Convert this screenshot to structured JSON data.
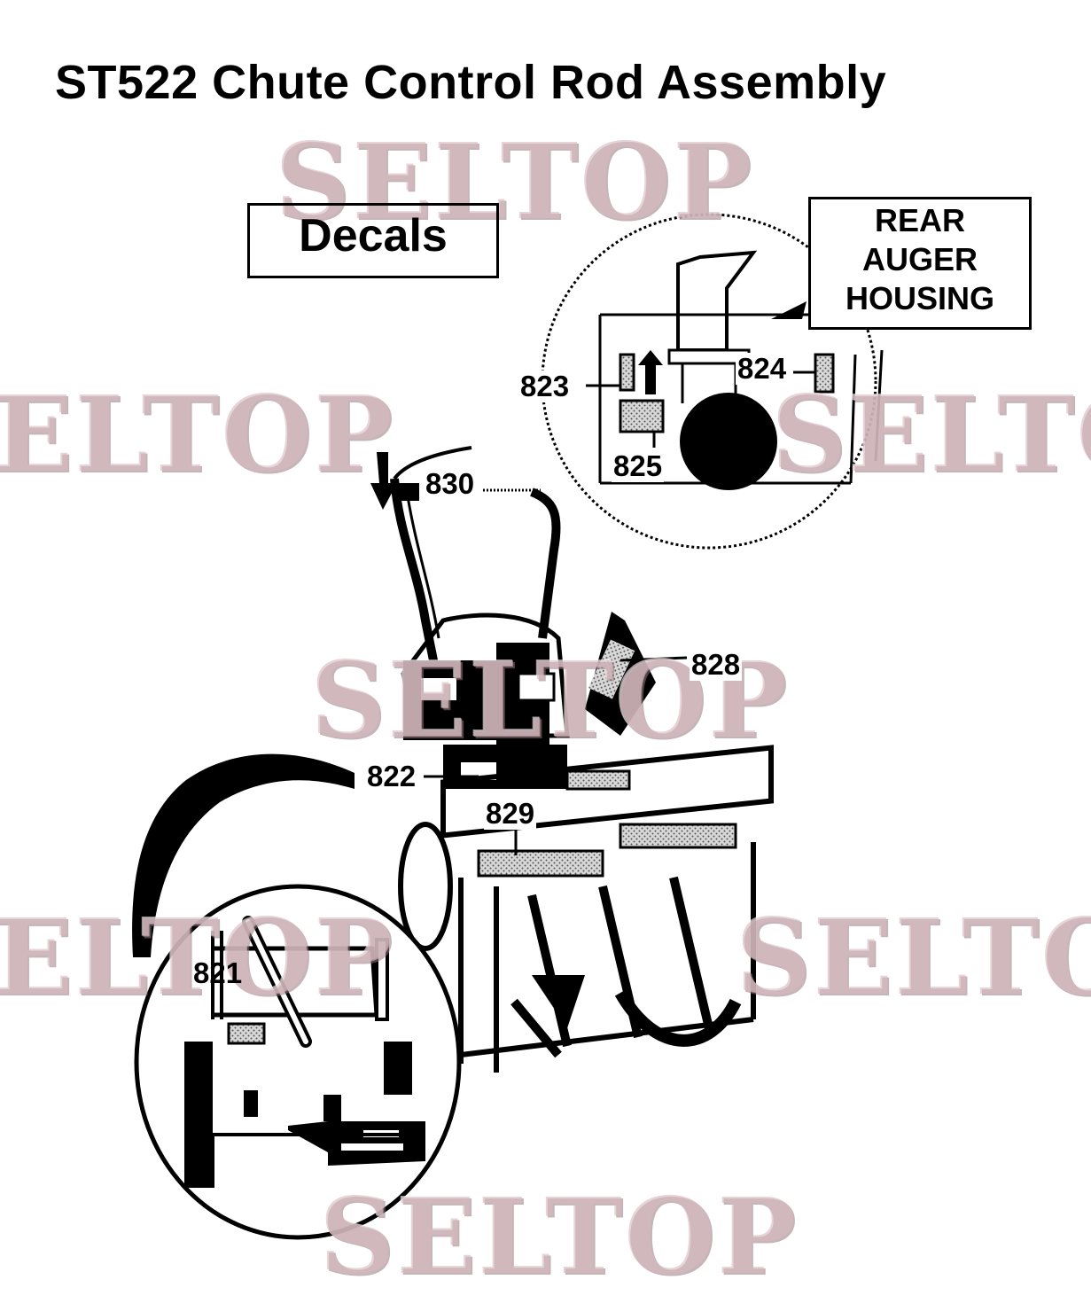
{
  "title": "ST522 Chute Control Rod Assembly",
  "decals_label": "Decals",
  "rear_label": [
    "REAR",
    "AUGER",
    "HOUSING"
  ],
  "callouts": {
    "p821": "821",
    "p822": "822",
    "p823": "823",
    "p824": "824",
    "p825": "825",
    "p828": "828",
    "p829": "829",
    "p830": "830"
  },
  "watermark": "SELTOP"
}
